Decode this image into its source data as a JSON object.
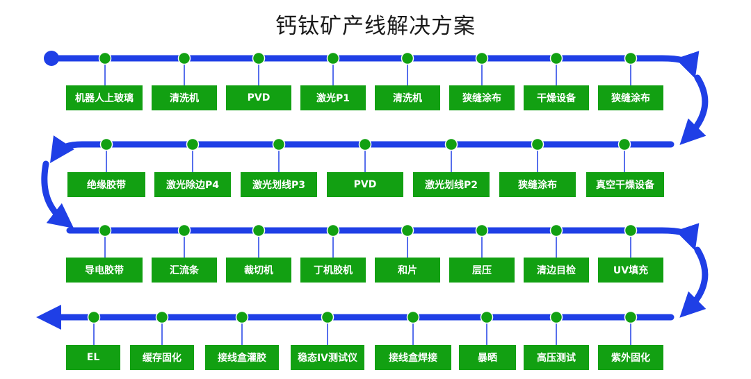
{
  "title": "钙钛矿产线解决方案",
  "colors": {
    "track": "#1f3fe6",
    "node": "#12a012",
    "box": "#12a012",
    "box_text": "#ffffff"
  },
  "rows": [
    {
      "direction": "left-to-right",
      "steps": [
        "机器人上玻璃",
        "清洗机",
        "PVD",
        "激光P1",
        "清洗机",
        "狭缝涂布",
        "干燥设备",
        "狭缝涂布"
      ]
    },
    {
      "direction": "right-to-left",
      "steps": [
        "绝缘胶带",
        "激光除边P4",
        "激光划线P3",
        "PVD",
        "激光划线P2",
        "狭缝涂布",
        "真空干燥设备"
      ]
    },
    {
      "direction": "left-to-right",
      "steps": [
        "导电胶带",
        "汇流条",
        "裁切机",
        "丁机胶机",
        "和片",
        "层压",
        "清边目检",
        "UV填充"
      ]
    },
    {
      "direction": "right-to-left",
      "steps": [
        "EL",
        "缓存固化",
        "接线盒灌胶",
        "稳态IV测试仪",
        "接线盒焊接",
        "暴晒",
        "高压测试",
        "紫外固化"
      ]
    }
  ]
}
